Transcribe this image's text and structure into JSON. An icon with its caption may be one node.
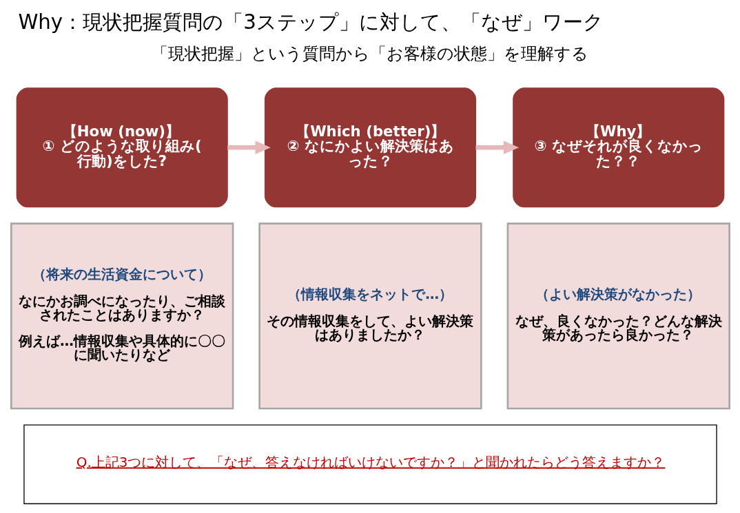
{
  "diagram": {
    "title": "Why：現状把握質問の「3ステップ」に対して、「なぜ」ワーク",
    "nodes": [
      {
        "text": [
          "【How (now)】",
          "① どのような取り組み(行動)をした?"
        ]
      },
      {
        "text": [
          "【Which (better)】",
          "② なにかよい解決策はあった？"
        ]
      },
      {
        "text": [
          "【Why】",
          "③ なぜそれが良くなかった？？"
        ]
      },
      {
        "text": [
          "（将来の生活資金について）",
          "なにかお調べになったり、ご相談されたことはありますか？",
          "例えば…情報収集や具体的に〇〇に聞いたりなど"
        ]
      },
      {
        "text": [
          "（情報収集をネットで…）",
          "その情報収集をして、よい解決策はありましたか？"
        ]
      },
      {
        "text": [
          "（よい解決策がなかった）",
          "なぜ、良くなかった？どんな解決策があったら良かった？"
        ]
      },
      {
        "text": [
          "Q.上記3つに対して、「なぜ、答えなければいけないですか？」と聞かれたらどう答えますか？"
        ]
      }
    ],
    "edges": [
      {
        "from": 0,
        "to": 1,
        "arrow": "to",
        "color": "#e6b9b8"
      },
      {
        "from": 1,
        "to": 2,
        "arrow": "to",
        "color": "#e6b9b8"
      }
    ],
    "labels": [
      "「現状把握」という質問から「お客様の状態」を理解する"
    ]
  }
}
